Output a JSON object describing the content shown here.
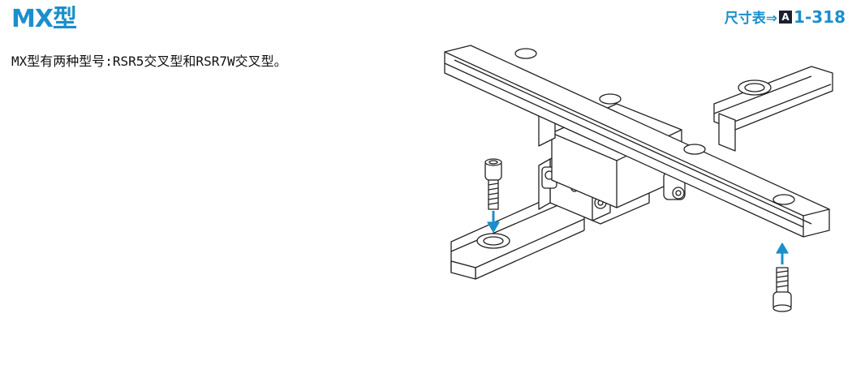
{
  "header": {
    "title": "MX型",
    "ref_prefix": "尺寸表⇒",
    "ref_badge": "A",
    "ref_page": "1-318"
  },
  "body": {
    "description": "MX型有两种型号:RSR5交叉型和RSR7W交叉型。"
  },
  "colors": {
    "accent": "#1a8fcb",
    "badge_bg": "#1a2030",
    "arrow": "#1a8fcb"
  }
}
